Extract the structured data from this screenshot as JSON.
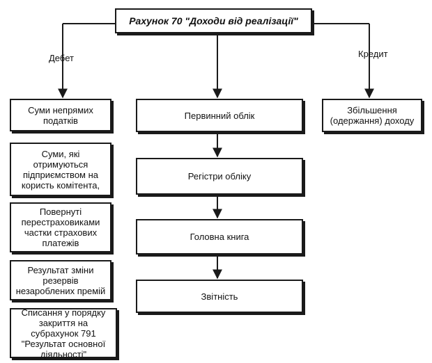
{
  "title": "Рахунок 70 \"Доходи від реалізації\"",
  "labels": {
    "debit": "Дебет",
    "credit": "Кредит"
  },
  "left_boxes": [
    "Суми непрямих податків",
    "Суми, які отримуються підприємством на користь комітента,",
    "Повернуті перестраховиками частки страхових платежів",
    "Результат зміни резервів незароблених премій",
    "Списання у порядку закриття на субрахунок 791 \"Результат основної діяльності\""
  ],
  "center_boxes": [
    "Первинний облік",
    "Регістри обліку",
    "Головна книга",
    "Звітність"
  ],
  "right_box": "Збільшення (одержання) доходу"
}
